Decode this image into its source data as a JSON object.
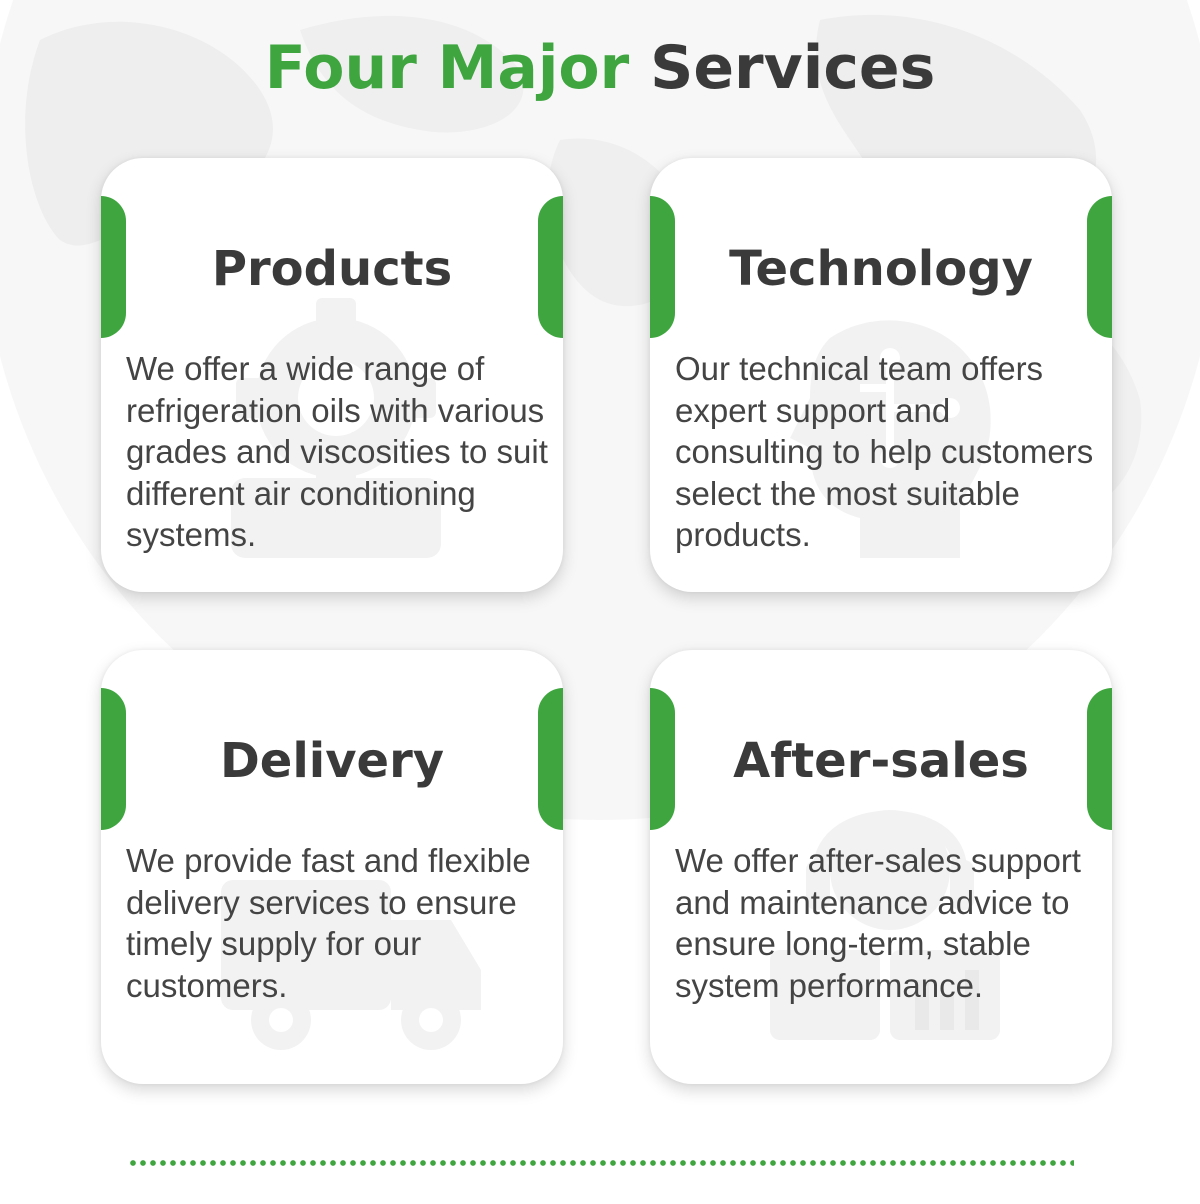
{
  "header": {
    "title_highlight": "Four Major",
    "title_rest": "Services"
  },
  "cards": [
    {
      "title": "Products",
      "text": "We offer a wide range of refrigeration oils with various grades and viscosities to suit different air conditioning systems.",
      "icon": "gear-cube-icon"
    },
    {
      "title": "Technology",
      "text": "Our technical team offers expert support and consulting to help customers select the most suitable products.",
      "icon": "head-circuit-icon"
    },
    {
      "title": "Delivery",
      "text": "We provide fast and flexible delivery services to ensure timely supply for our customers.",
      "icon": "delivery-truck-icon"
    },
    {
      "title": "After-sales",
      "text": "We offer after-sales support and maintenance advice to ensure long-term, stable system performance.",
      "icon": "support-agent-icon"
    }
  ],
  "colors": {
    "accent": "#3ea53f",
    "heading": "#3a3a3a",
    "body_text": "#444444",
    "watermark": "#f0f0f0"
  }
}
